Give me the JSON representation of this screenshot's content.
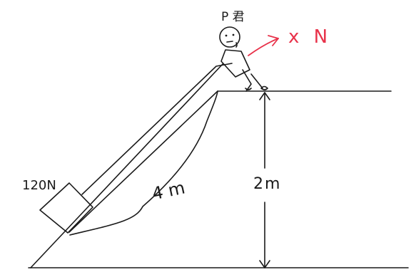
{
  "labels": {
    "person": "P 君",
    "force": "x N",
    "weight": "120N",
    "slope_length": "4 m",
    "height": "2m"
  },
  "colors": {
    "ink": "#1a1a1a",
    "force_arrow": "#e8324a"
  }
}
